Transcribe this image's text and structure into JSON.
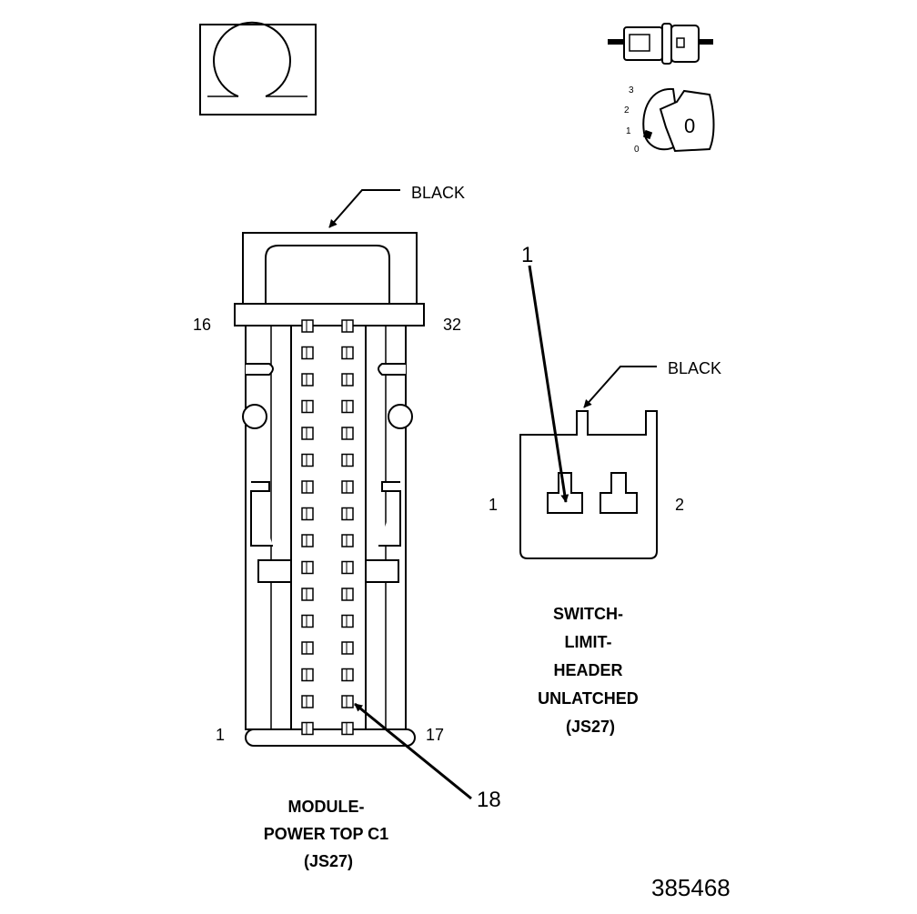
{
  "icons": {
    "omega": "omega-icon",
    "connector": "connector-icon",
    "ignition": "ignition-key-icon",
    "ignition_positions": [
      "3",
      "2",
      "1",
      "0"
    ],
    "ignition_key_text": "0"
  },
  "module_connector": {
    "color_label": "BLACK",
    "pin_16": "16",
    "pin_32": "32",
    "pin_1": "1",
    "pin_17": "17",
    "callout": "18",
    "caption": [
      "MODULE-",
      "POWER TOP C1",
      "(JS27)"
    ]
  },
  "switch_connector": {
    "color_label": "BLACK",
    "callout": "1",
    "pin_1": "1",
    "pin_2": "2",
    "caption": [
      "SWITCH-",
      "LIMIT-",
      "HEADER",
      "UNLATCHED",
      "(JS27)"
    ]
  },
  "figure_number": "385468"
}
